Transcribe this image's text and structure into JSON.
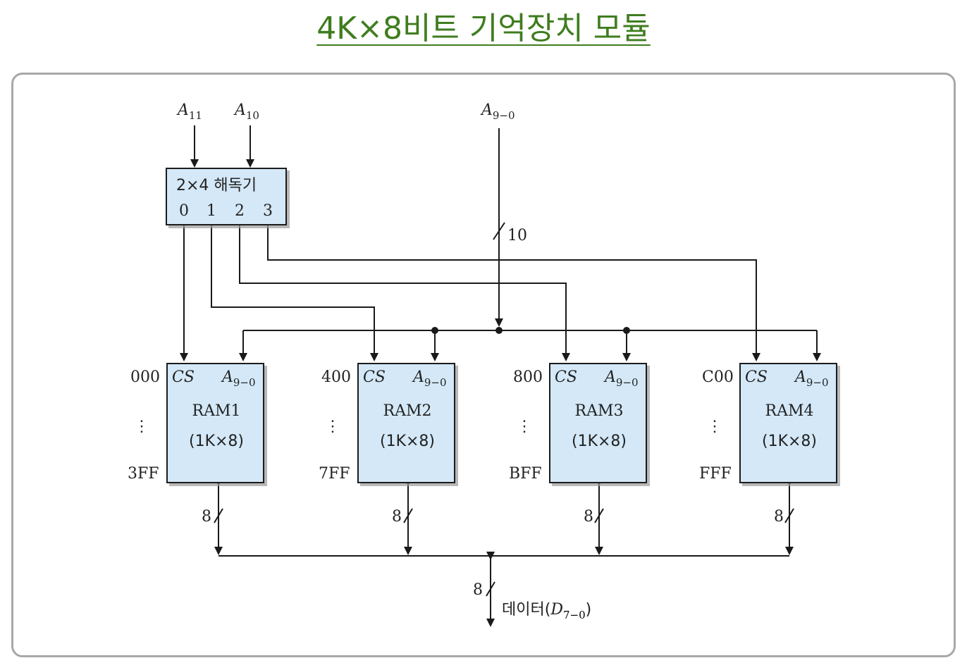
{
  "title": "4K×8비트 기억장치 모듈",
  "inputs": {
    "a11_base": "A",
    "a11_sub": "11",
    "a10_base": "A",
    "a10_sub": "10",
    "addr_base": "A",
    "addr_sub": "9−0"
  },
  "decoder": {
    "label": "2×4 해독기",
    "outputs": [
      "0",
      "1",
      "2",
      "3"
    ]
  },
  "bus_width_address": "10",
  "chips": [
    {
      "name": "RAM1",
      "size": "(1K×8)",
      "cs": "CS",
      "addr_base": "A",
      "addr_sub": "9−0",
      "start": "000",
      "end": "3FF",
      "dots": "⋮",
      "data_width": "8"
    },
    {
      "name": "RAM2",
      "size": "(1K×8)",
      "cs": "CS",
      "addr_base": "A",
      "addr_sub": "9−0",
      "start": "400",
      "end": "7FF",
      "dots": "⋮",
      "data_width": "8"
    },
    {
      "name": "RAM3",
      "size": "(1K×8)",
      "cs": "CS",
      "addr_base": "A",
      "addr_sub": "9−0",
      "start": "800",
      "end": "BFF",
      "dots": "⋮",
      "data_width": "8"
    },
    {
      "name": "RAM4",
      "size": "(1K×8)",
      "cs": "CS",
      "addr_base": "A",
      "addr_sub": "9−0",
      "start": "C00",
      "end": "FFF",
      "dots": "⋮",
      "data_width": "8"
    }
  ],
  "data_bus": {
    "width": "8",
    "label_prefix": "데이터(",
    "label_var": "D",
    "label_sub": "7−0",
    "label_suffix": ")"
  },
  "colors": {
    "title": "#3f7d1f",
    "box_fill": "#d4e8f7",
    "line": "#1a1a1a",
    "frame": "#a8a8a8"
  }
}
